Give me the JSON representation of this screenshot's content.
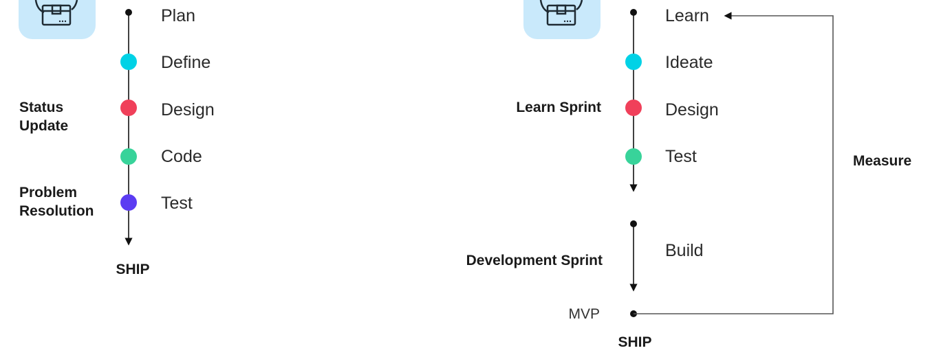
{
  "left": {
    "steps": [
      "Plan",
      "Define",
      "Design",
      "Code",
      "Test"
    ],
    "side_labels": {
      "status_update": [
        "Status",
        "Update"
      ],
      "problem_resolution": [
        "Problem",
        "Resolution"
      ]
    },
    "end_label": "SHIP"
  },
  "right": {
    "learn_steps": [
      "Learn",
      "Ideate",
      "Design",
      "Test"
    ],
    "build_step": "Build",
    "learn_sprint_label": "Learn Sprint",
    "development_sprint_label": "Development Sprint",
    "mvp_label": "MVP",
    "end_label": "SHIP",
    "feedback_label": "Measure"
  },
  "colors": {
    "icon_bg": "#c9e9fb",
    "cyan": "#00d2e6",
    "red": "#f0405a",
    "green": "#38d39a",
    "purple": "#5b3cf2",
    "line": "#111111"
  }
}
